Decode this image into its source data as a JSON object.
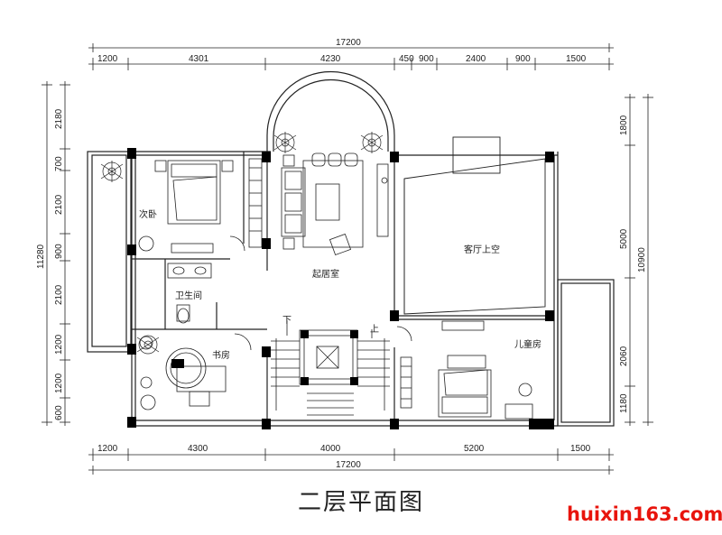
{
  "title": "二层平面图",
  "watermark": "huixin163.com",
  "dims": {
    "top_total": "17200",
    "top": [
      "1200",
      "4301",
      "4230",
      "450",
      "900",
      "2400",
      "900",
      "1500"
    ],
    "bottom_total": "17200",
    "bottom": [
      "1200",
      "4300",
      "4000",
      "5200",
      "1500"
    ],
    "left_total": "11280",
    "left": [
      "2180",
      "700",
      "2100",
      "900",
      "2100",
      "1200",
      "1200",
      "600"
    ],
    "right_total": "10900",
    "right": [
      "1800",
      "5000",
      "2060",
      "1180"
    ]
  },
  "rooms": {
    "bedroom2": "次卧",
    "bathroom": "卫生间",
    "study": "书房",
    "living": "起居室",
    "void": "客厅上空",
    "kids": "儿童房",
    "stair_down": "下",
    "stair_up": "上"
  },
  "colors": {
    "line": "#222222",
    "column": "#000000",
    "watermark": "#e8140c"
  }
}
